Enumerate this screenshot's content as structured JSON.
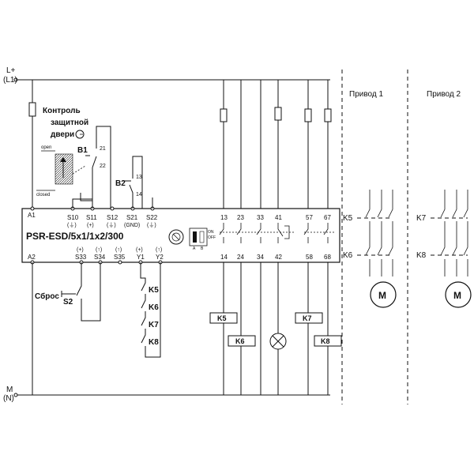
{
  "supply": {
    "top_label_1": "L+",
    "top_label_2": "(L1)",
    "bottom_label_1": "M",
    "bottom_label_2": "(N)"
  },
  "drive_headers": {
    "drive1": "Привод 1",
    "drive2": "Привод 2"
  },
  "door": {
    "title_1": "Контроль",
    "title_2": "защитной",
    "title_3": "двери",
    "open": "open",
    "closed": "closed"
  },
  "switches": {
    "b1": "B1",
    "b1_t1": "21",
    "b1_t2": "22",
    "b2": "B2",
    "b2_t1": "13",
    "b2_t2": "14"
  },
  "module": {
    "name": "PSR-ESD/5x1/1x2/300",
    "top_terminals": [
      {
        "id": "A1",
        "sym": ""
      },
      {
        "id": "S10",
        "sym": "(⏚)"
      },
      {
        "id": "S11",
        "sym": "(+)"
      },
      {
        "id": "S12",
        "sym": "(⏚)"
      },
      {
        "id": "S21",
        "sym": "(GND)"
      },
      {
        "id": "S22",
        "sym": "(⏚)"
      }
    ],
    "bottom_terminals": [
      {
        "id": "A2",
        "sym": ""
      },
      {
        "id": "S33",
        "sym": "(+)"
      },
      {
        "id": "S34",
        "sym": "(↑)"
      },
      {
        "id": "S35",
        "sym": "(↑)"
      },
      {
        "id": "Y1",
        "sym": "(+)"
      },
      {
        "id": "Y2",
        "sym": "(↑)"
      }
    ],
    "contacts_top": [
      "13",
      "23",
      "33",
      "41",
      "57",
      "67"
    ],
    "contacts_bottom": [
      "14",
      "24",
      "34",
      "42",
      "58",
      "68"
    ],
    "dip_on": "ON",
    "dip_off": "OFF",
    "dip_a": "A",
    "dip_b": "B"
  },
  "reset": {
    "label": "Сброс",
    "switch": "S2"
  },
  "feedback": [
    "K5",
    "K6",
    "K7",
    "K8"
  ],
  "coils": {
    "k5": "K5",
    "k6": "K6",
    "k7": "K7",
    "k8": "K8"
  },
  "motor_labels": {
    "k5": "K5",
    "k6": "K6",
    "k7": "K7",
    "k8": "K8",
    "m1": "M",
    "m2": "M"
  }
}
